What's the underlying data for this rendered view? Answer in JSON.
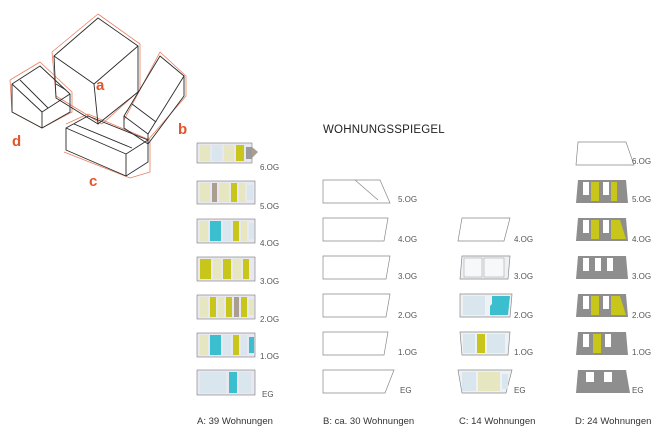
{
  "title": "WOHNUNGSSPIEGEL",
  "massing_labels": {
    "a": "a",
    "b": "b",
    "c": "c",
    "d": "d"
  },
  "colors": {
    "accent": "#e2542a",
    "lime": "#c8c51b",
    "cream": "#e6e6c0",
    "light_blue": "#d9e6ee",
    "teal": "#3bbfcf",
    "grey": "#9a9a9a",
    "taupe": "#aa9e90",
    "dark_grey": "#8e8e8e"
  },
  "variants": {
    "A": {
      "label": "A: 39 Wohnungen",
      "floors": [
        "6.OG",
        "5.OG",
        "4.OG",
        "3.OG",
        "2.OG",
        "1.OG",
        "EG"
      ]
    },
    "B": {
      "label": "B: ca. 30 Wohnungen",
      "floors": [
        "5.OG",
        "4.OG",
        "3.OG",
        "2.OG",
        "1.OG",
        "EG"
      ]
    },
    "C": {
      "label": "C: 14 Wohnungen",
      "floors": [
        "4.OG",
        "3.OG",
        "2.OG",
        "1.OG",
        "EG"
      ]
    },
    "D": {
      "label": "D: 24 Wohnungen",
      "floors": [
        "6.OG",
        "5.OG",
        "4.OG",
        "3.OG",
        "2.OG",
        "1.OG",
        "EG"
      ]
    }
  }
}
